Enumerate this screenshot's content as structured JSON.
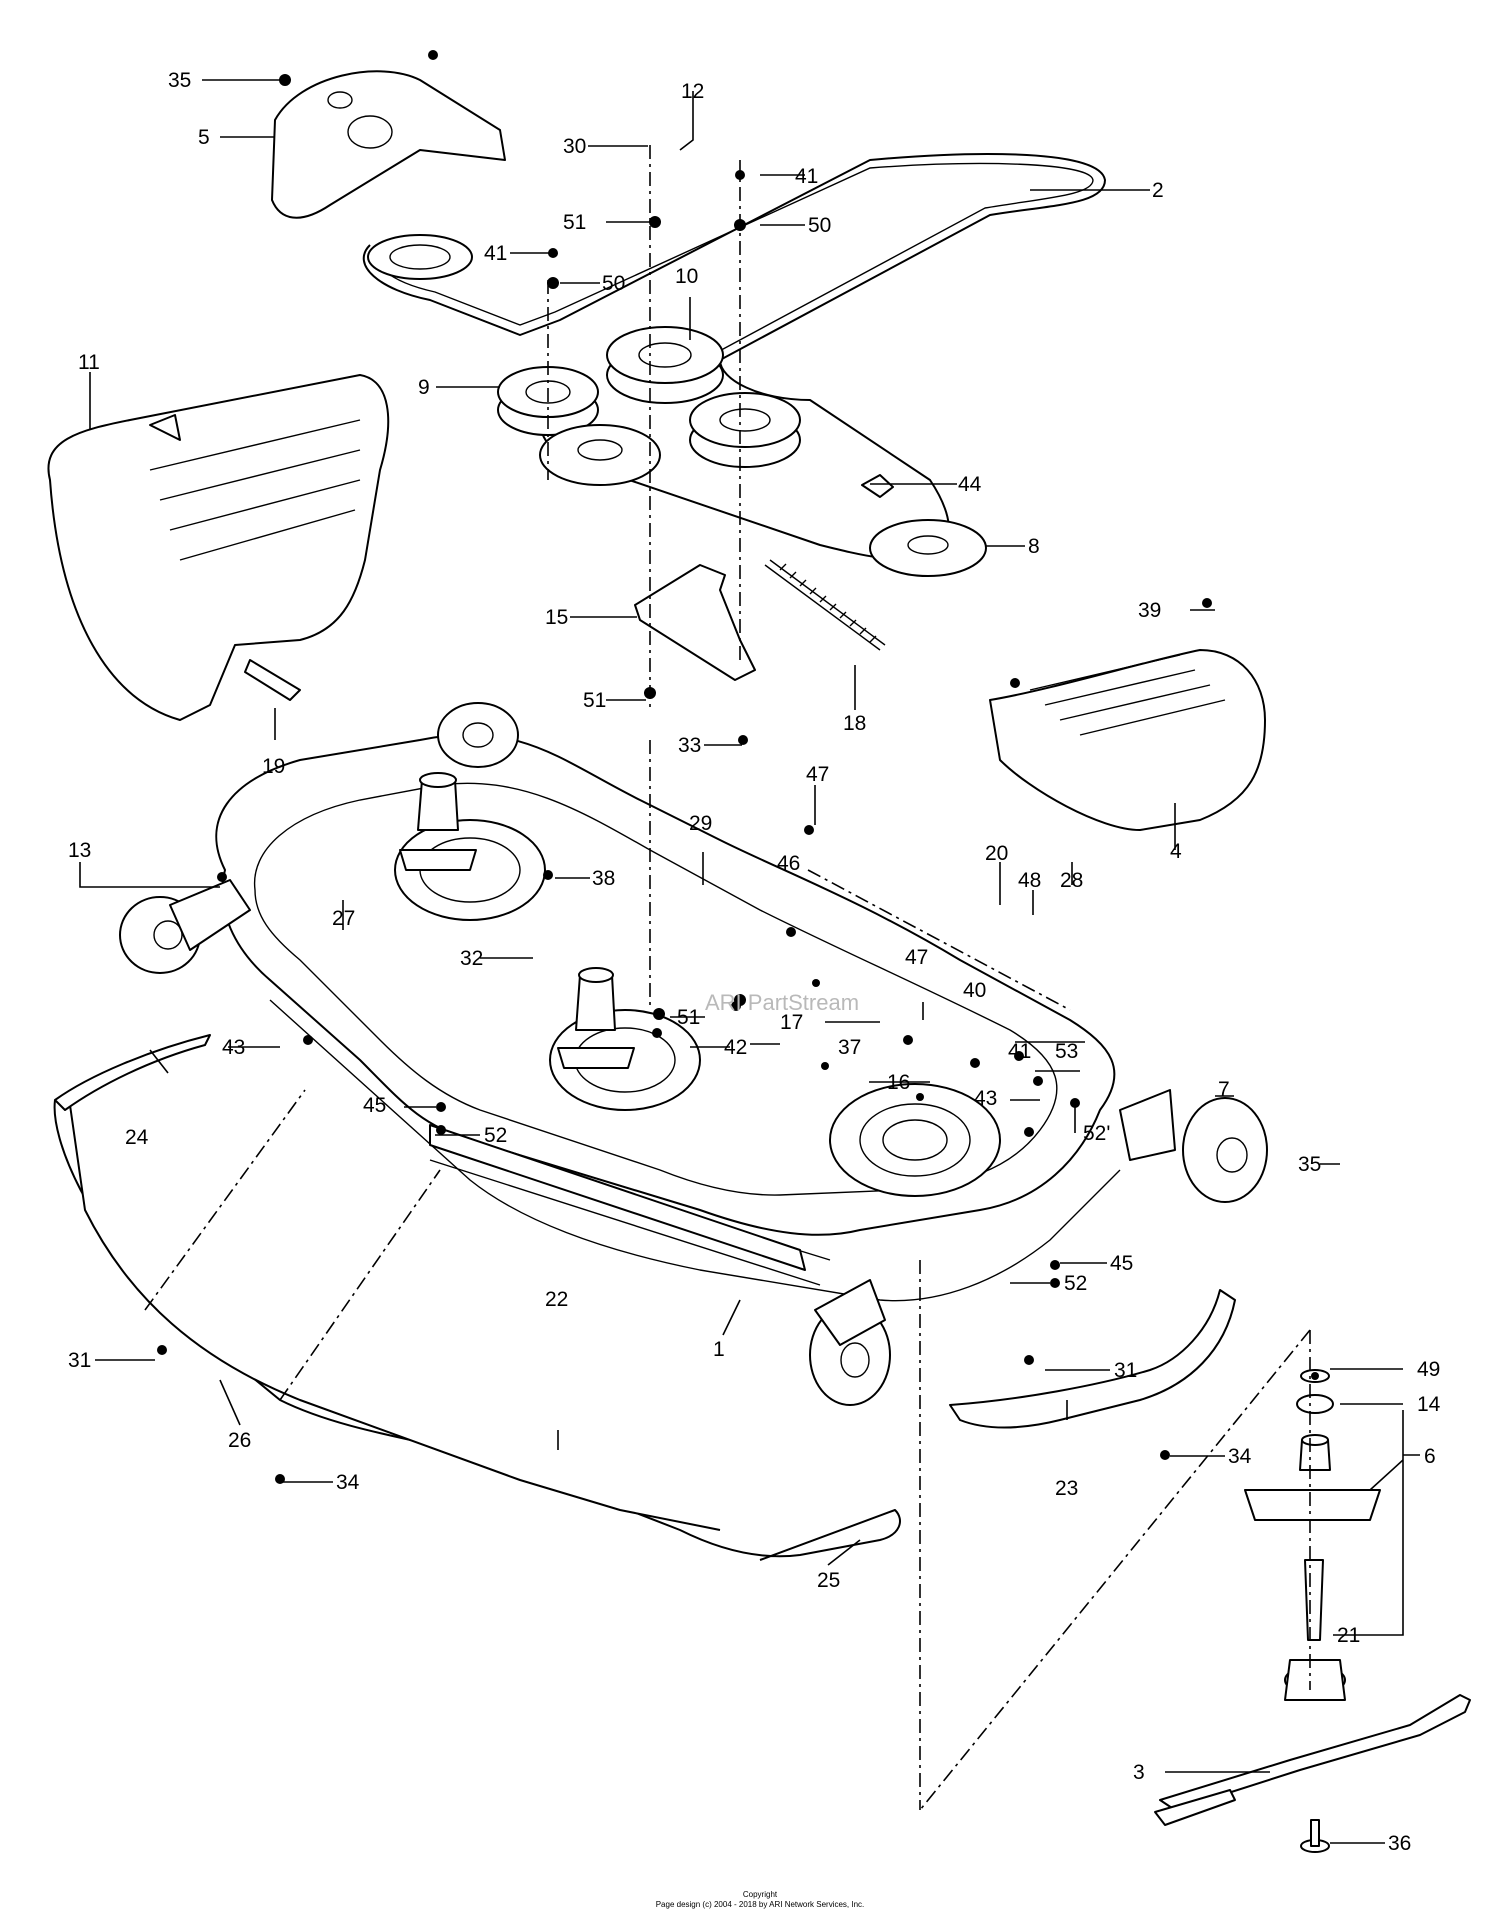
{
  "watermark": "ARI PartStream",
  "copyright": {
    "line1": "Copyright",
    "line2": "Page design (c) 2004 - 2018 by ARI Network Services, Inc."
  },
  "callouts": {
    "c1": "1",
    "c2": "2",
    "c3": "3",
    "c4": "4",
    "c5": "5",
    "c6": "6",
    "c7": "7",
    "c8": "8",
    "c9": "9",
    "c10": "10",
    "c11": "11",
    "c12": "12",
    "c13": "13",
    "c14": "14",
    "c15": "15",
    "c16": "16",
    "c17": "17",
    "c18": "18",
    "c19": "19",
    "c20": "20",
    "c21": "21",
    "c22": "22",
    "c23": "23",
    "c24": "24",
    "c25": "25",
    "c26": "26",
    "c27": "27",
    "c28": "28",
    "c29": "29",
    "c30": "30",
    "c31a": "31",
    "c31b": "31",
    "c32": "32",
    "c33": "33",
    "c34a": "34",
    "c34b": "34",
    "c35a": "35",
    "c35b": "35",
    "c36": "36",
    "c37": "37",
    "c38": "38",
    "c39": "39",
    "c40": "40",
    "c41a": "41",
    "c41b": "41",
    "c41c": "41",
    "c42": "42",
    "c43a": "43",
    "c43b": "43",
    "c44": "44",
    "c45a": "45",
    "c45b": "45",
    "c46": "46",
    "c47a": "47",
    "c47b": "47",
    "c48": "48",
    "c49": "49",
    "c50a": "50",
    "c50b": "50",
    "c51a": "51",
    "c51b": "51",
    "c51c": "51",
    "c52a": "52",
    "c52b": "52'",
    "c52c": "52",
    "c53": "53"
  }
}
